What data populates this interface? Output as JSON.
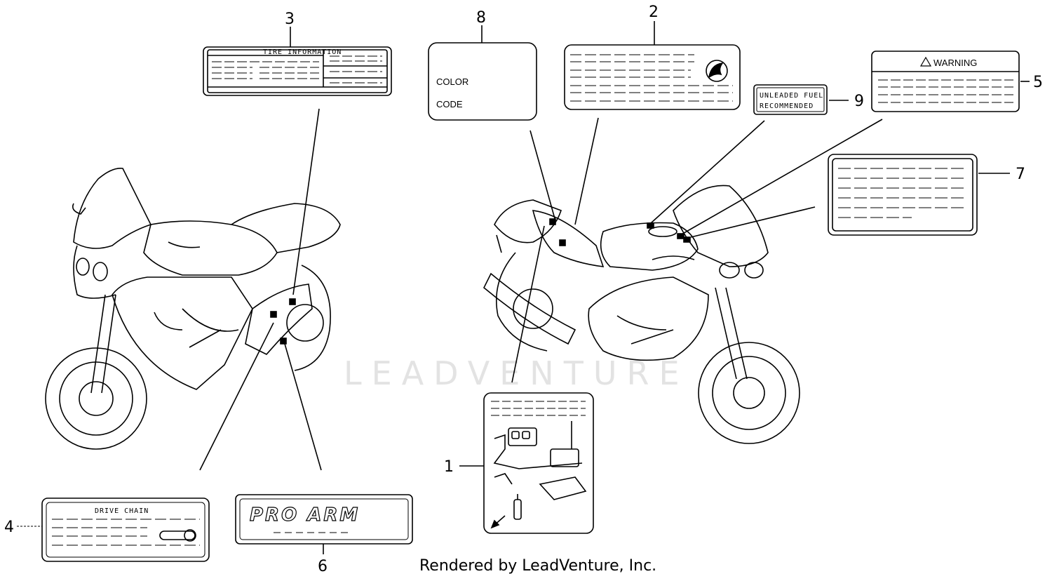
{
  "callouts": {
    "c1": "1",
    "c2": "2",
    "c3": "3",
    "c4": "4",
    "c5": "5",
    "c6": "6",
    "c7": "7",
    "c8": "8",
    "c9": "9"
  },
  "labels": {
    "tire_title": "TIRE INFORMATION",
    "color_label": "COLOR",
    "code_label": "CODE",
    "fuel_line1": "UNLEADED FUEL",
    "fuel_line2": "RECOMMENDED",
    "warning_title": "WARNING",
    "drive_chain_title": "DRIVE CHAIN",
    "pro_arm_logo": "PRO ARM"
  },
  "watermark": "LEADVENTURE",
  "footer": "Rendered by LeadVenture, Inc."
}
